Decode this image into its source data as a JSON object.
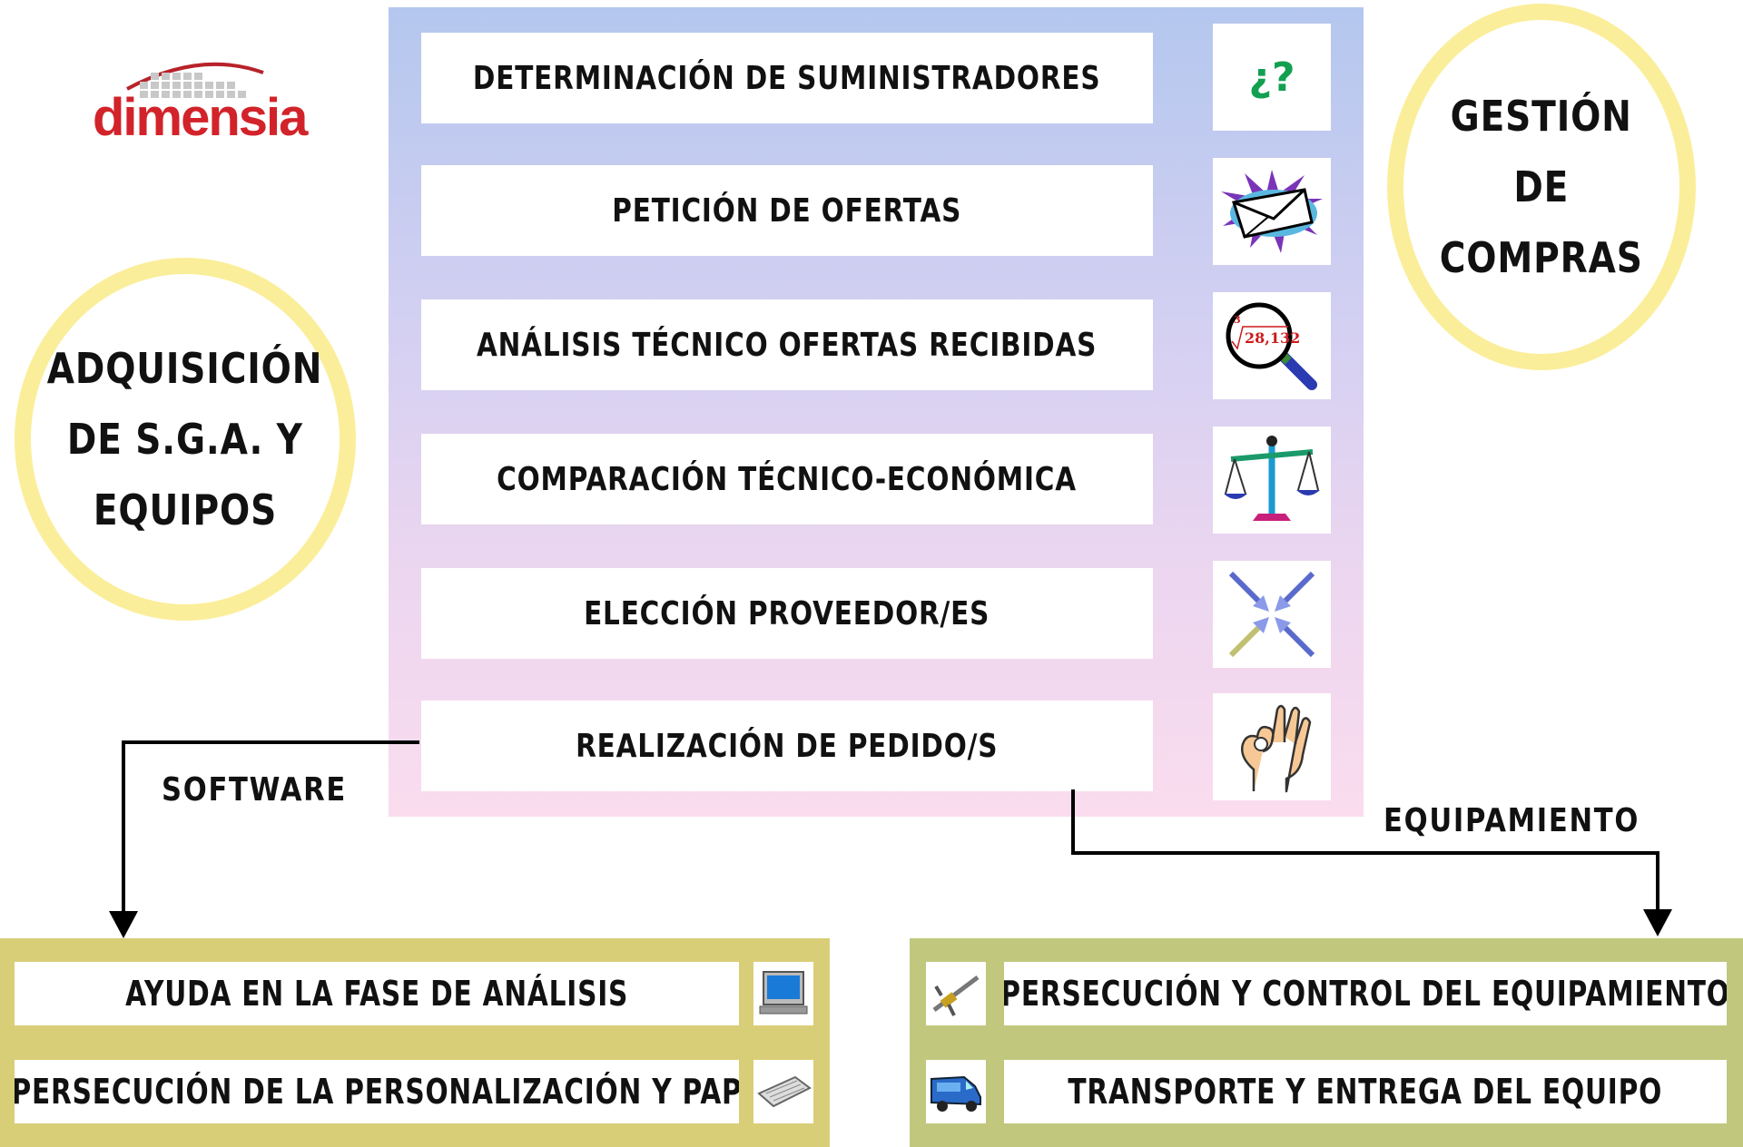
{
  "logo": {
    "text": "dimensia",
    "color": "#d2232a"
  },
  "left_circle": {
    "lines": [
      "ADQUISICIÓN",
      "DE S.G.A. Y",
      "EQUIPOS"
    ]
  },
  "right_circle": {
    "lines": [
      "GESTIÓN",
      "DE",
      "COMPRAS"
    ]
  },
  "steps": [
    {
      "label": "DETERMINACIÓN DE SUMINISTRADORES",
      "icon": "question-marks-icon",
      "icon_text": "¿?"
    },
    {
      "label": "PETICIÓN DE OFERTAS",
      "icon": "envelope-icon"
    },
    {
      "label": "ANÁLISIS  TÉCNICO OFERTAS RECIBIDAS",
      "icon": "magnifier-icon",
      "icon_text": "28,132",
      "icon_index": "3"
    },
    {
      "label": "COMPARACIÓN TÉCNICO-ECONÓMICA",
      "icon": "scales-icon"
    },
    {
      "label": "ELECCIÓN  PROVEEDOR/ES",
      "icon": "converging-arrows-icon"
    },
    {
      "label": "REALIZACIÓN DE PEDIDO/S",
      "icon": "ok-hand-icon"
    }
  ],
  "branches": {
    "left_label": "SOFTWARE",
    "right_label": "EQUIPAMIENTO"
  },
  "software_panel": {
    "color": "#d9ce78",
    "items": [
      {
        "label": "AYUDA EN LA FASE  DE ANÁLISIS",
        "icon": "computer-monitor-icon"
      },
      {
        "label": "PERSECUCIÓN DE LA PERSONALIZACIÓN Y PAP",
        "icon": "keyboard-icon"
      }
    ]
  },
  "equipment_panel": {
    "color": "#c1c87e",
    "items": [
      {
        "label": "PERSECUCIÓN Y CONTROL DEL EQUIPAMIENTO",
        "icon": "caliper-icon"
      },
      {
        "label": "TRANSPORTE  Y  ENTREGA  DEL EQUIPO",
        "icon": "delivery-van-icon"
      }
    ]
  }
}
